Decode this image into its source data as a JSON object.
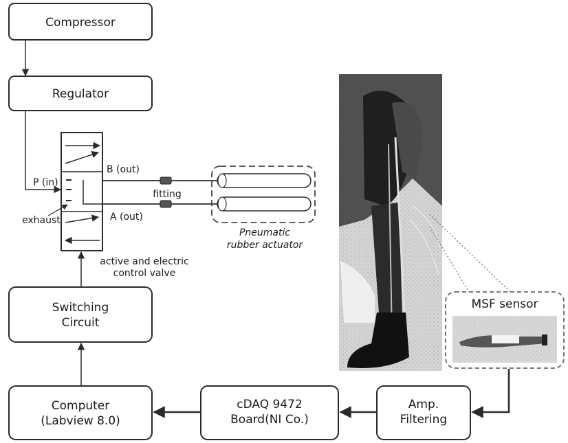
{
  "blocks": {
    "compressor": "Compressor",
    "regulator": "Regulator",
    "switching_line1": "Switching",
    "switching_line2": "Circuit",
    "computer_line1": "Computer",
    "computer_line2": "(Labview 8.0)",
    "cdaq_line1": "cDAQ 9472",
    "cdaq_line2": "Board(NI Co.)",
    "amp_line1": "Amp.",
    "amp_line2": "Filtering"
  },
  "valve": {
    "port_b": "B (out)",
    "port_p": "P (in)",
    "port_a": "A (out)",
    "exhaust": "exhaust",
    "fitting": "fitting",
    "caption_line1": "active and electric",
    "caption_line2": "control valve"
  },
  "actuator": {
    "caption_line1": "Pneumatic",
    "caption_line2": "rubber actuator"
  },
  "sensor": {
    "title": "MSF sensor"
  },
  "colors": {
    "line": "#2a2a2a",
    "photo_bg": "#cfcfcf",
    "photo_dark": "#2b2b2b"
  }
}
